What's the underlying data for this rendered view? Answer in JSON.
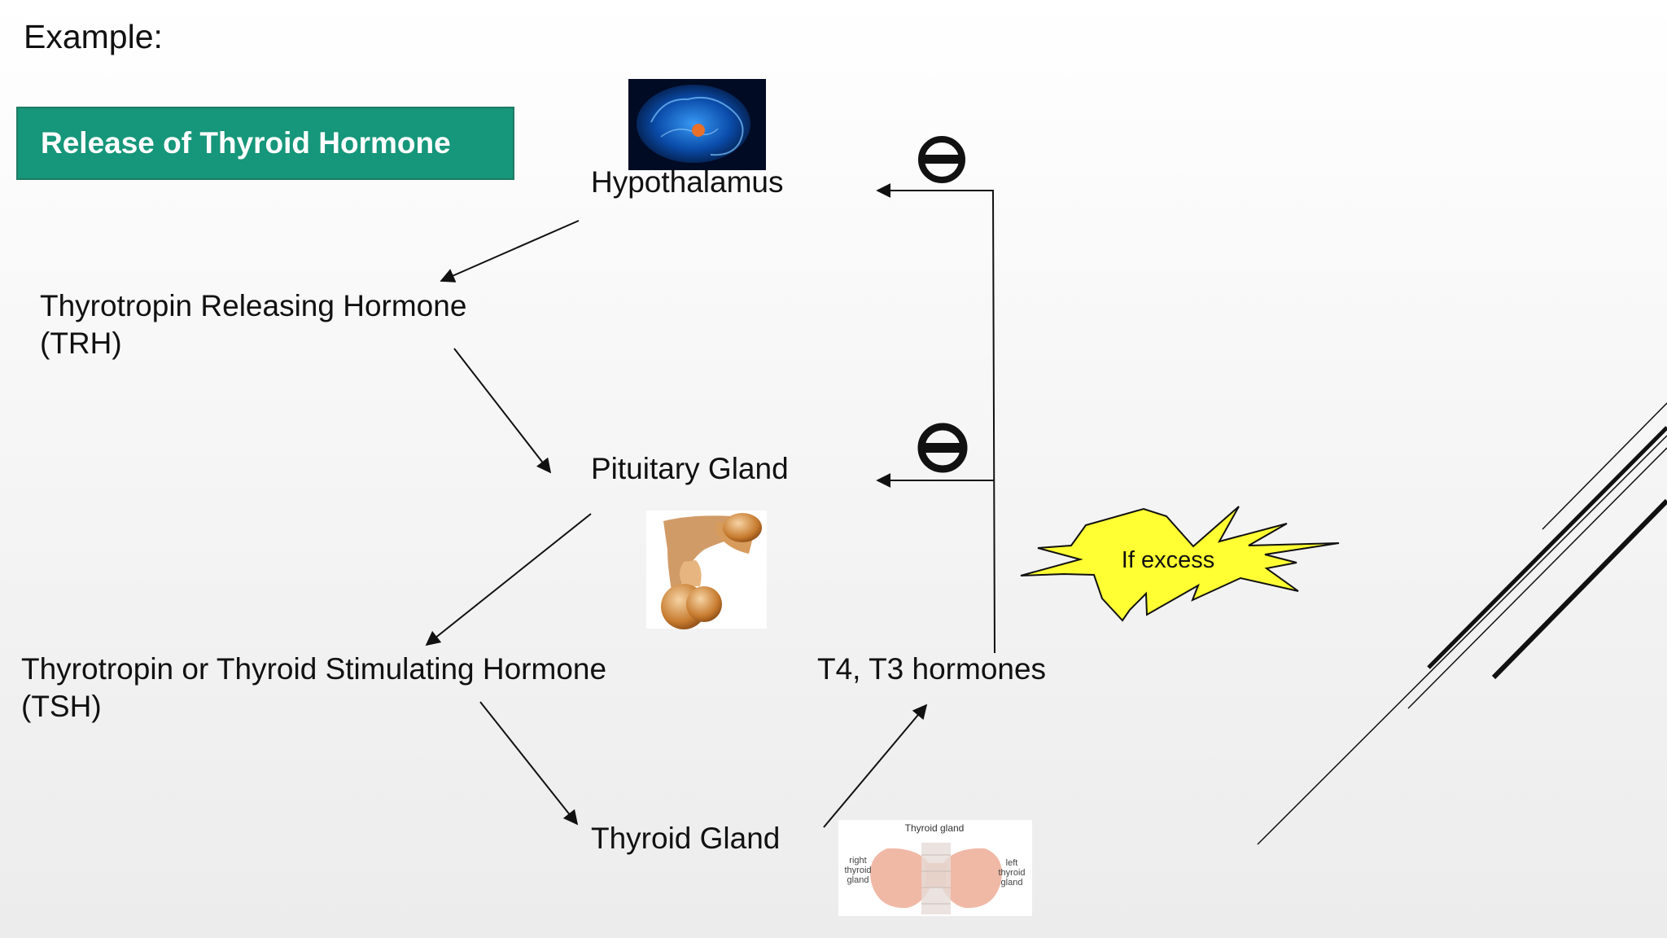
{
  "slide": {
    "heading": "Example:",
    "title": "Release of Thyroid Hormone"
  },
  "nodes": {
    "hypothalamus": "Hypothalamus",
    "trh_line1": "Thyrotropin Releasing Hormone",
    "trh_line2": "(TRH)",
    "pituitary": "Pituitary Gland",
    "tsh_line1": "Thyrotropin or Thyroid Stimulating Hormone",
    "tsh_line2": "(TSH)",
    "thyroid": "Thyroid Gland",
    "t4t3": "T4, T3 hormones",
    "burst": "If excess"
  },
  "thyroid_image_labels": {
    "title": "Thyroid gland",
    "right": [
      "right",
      "thyroid",
      "gland"
    ],
    "left": [
      "left",
      "thyroid",
      "gland"
    ]
  },
  "feedback_symbols": [
    "inhibit-symbol",
    "inhibit-symbol"
  ],
  "colors": {
    "title_box": "#16967a",
    "burst_fill": "#ffff33",
    "arrow": "#111111"
  }
}
